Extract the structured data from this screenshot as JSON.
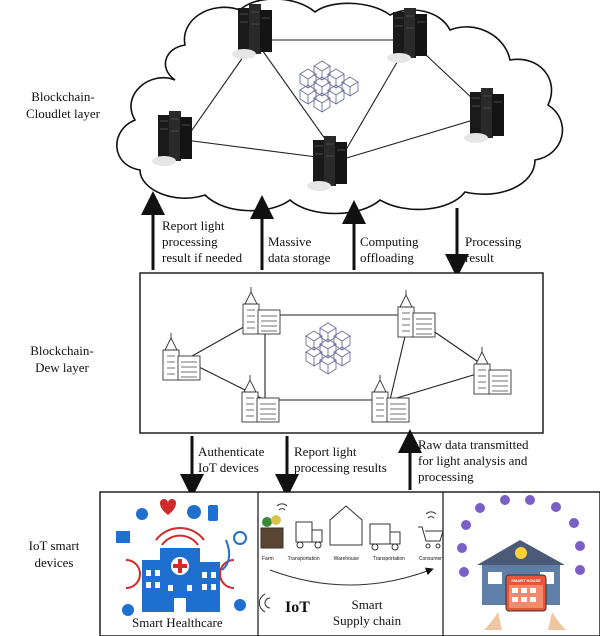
{
  "layers": {
    "cloudlet": "Blockchain-\nCloudlet layer",
    "dew": "Blockchain-\nDew layer",
    "iot": "IoT smart\ndevices"
  },
  "arrows_upper": {
    "report": "Report light\nprocessing\nresult if needed",
    "storage": "Massive\ndata storage",
    "offloading": "Computing\noffloading",
    "processing": "Processing\nresult"
  },
  "arrows_lower": {
    "authenticate": "Authenticate\nIoT devices",
    "report": "Report light\nprocessing results",
    "raw": "Raw data transmitted\nfor light analysis and\nprocessing"
  },
  "iot_panels": {
    "healthcare": "Smart Healthcare",
    "iot_text": "IoT",
    "supply_chain": "Smart\nSupply chain",
    "supply_steps": [
      "Farm",
      "Transportation",
      "Warehouse",
      "Transportation",
      "Consumer"
    ],
    "home_sign": "SMART HOUSE"
  }
}
